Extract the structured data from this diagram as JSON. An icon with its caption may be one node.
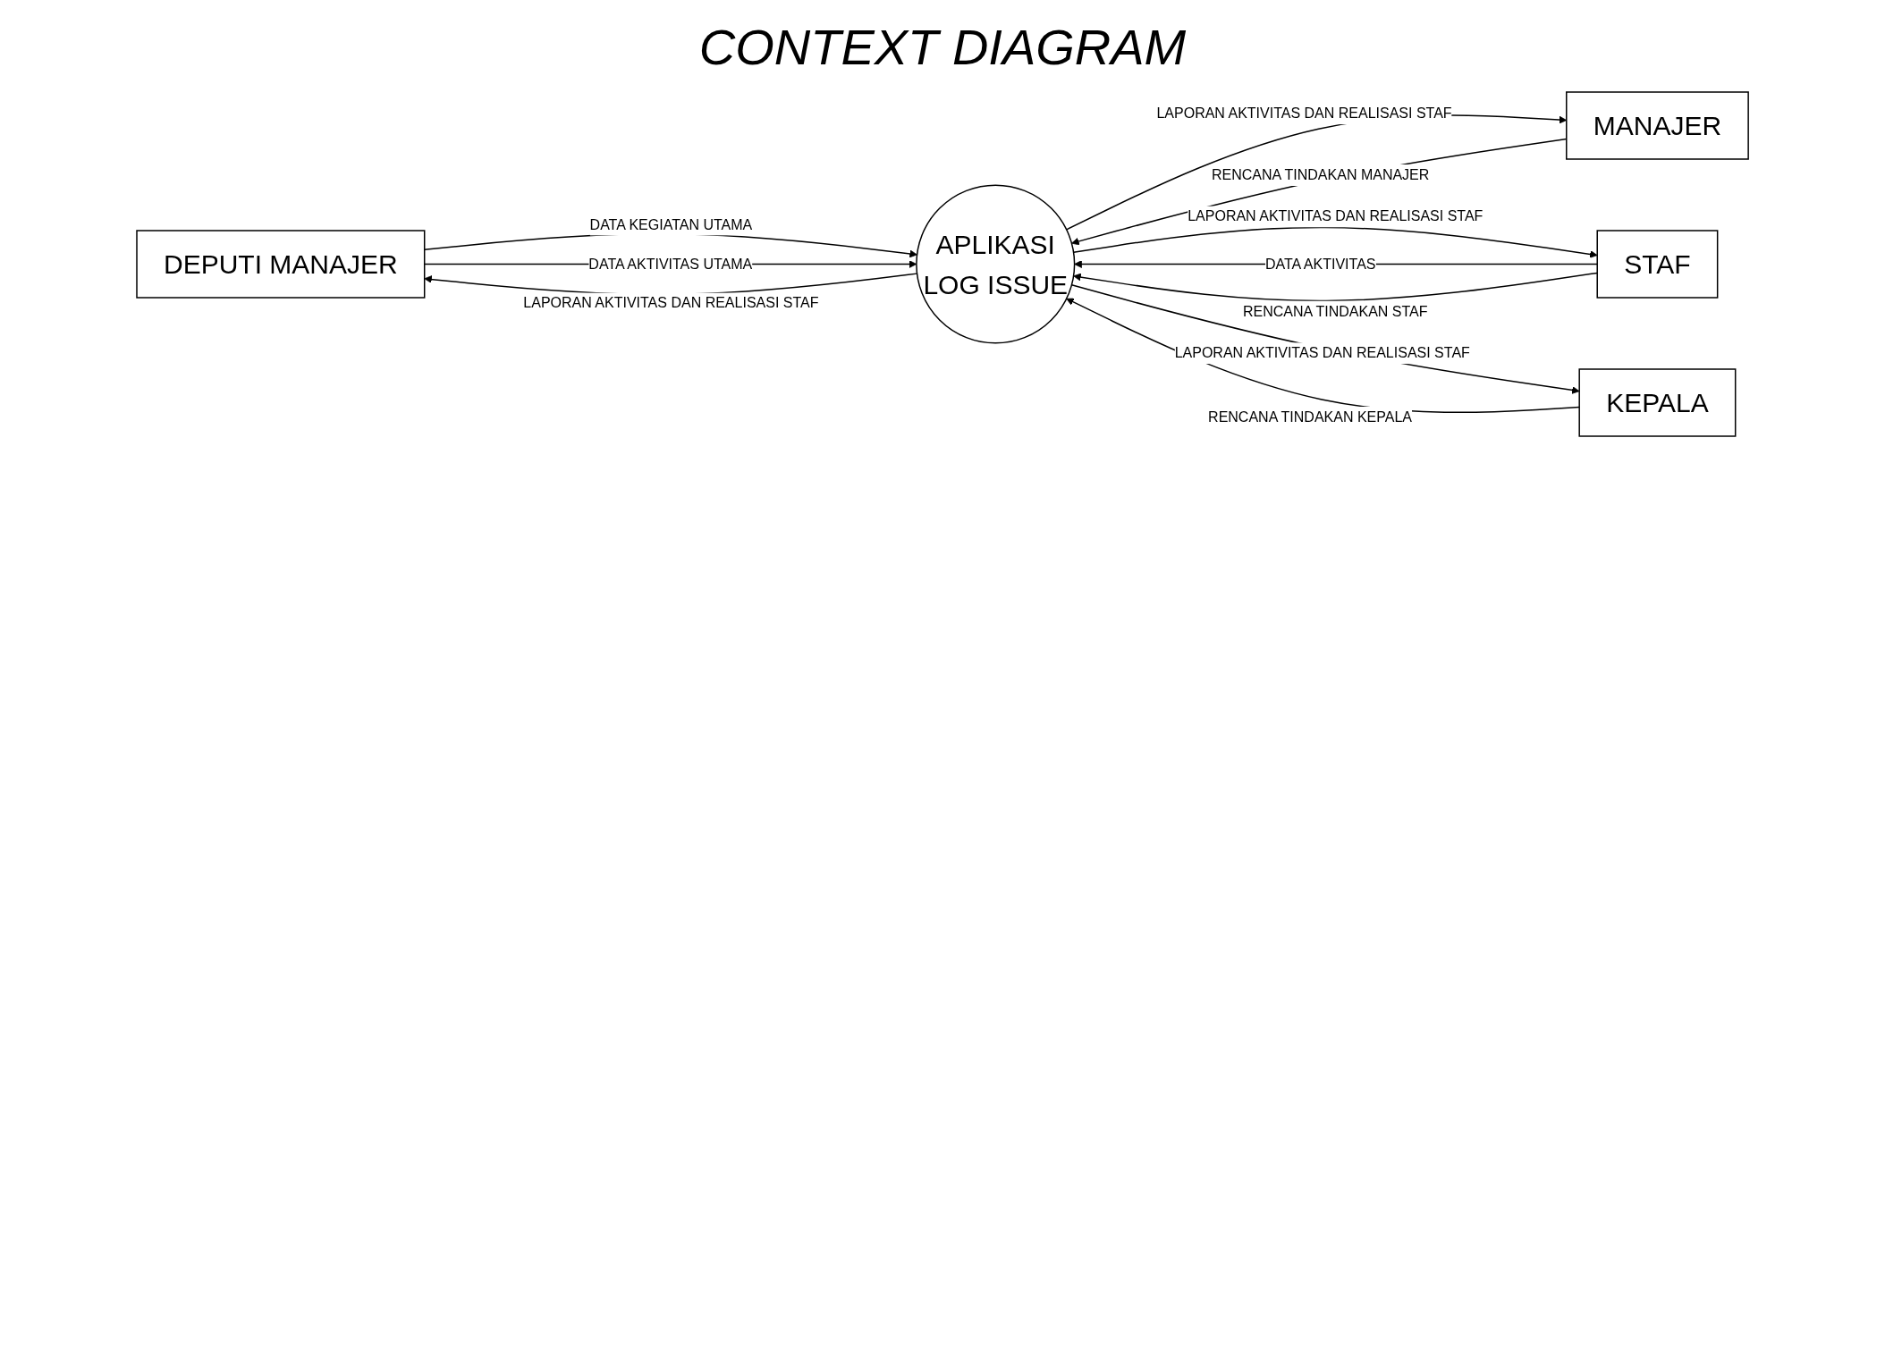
{
  "diagram": {
    "title": "CONTEXT DIAGRAM",
    "nodes": [
      {
        "text": [
          "DEPUTI MANAJER"
        ]
      },
      {
        "text": [
          "MANAJER"
        ]
      },
      {
        "text": [
          "APLIKASI",
          "LOG ISSUE"
        ]
      },
      {
        "text": [
          "STAF"
        ]
      },
      {
        "text": [
          "KEPALA"
        ]
      }
    ],
    "edges": [
      {
        "from": 0,
        "to": 2,
        "arrow": "to",
        "label": "DATA KEGIATAN UTAMA"
      },
      {
        "from": 0,
        "to": 2,
        "arrow": "to",
        "label": "DATA AKTIVITAS UTAMA"
      },
      {
        "from": 1,
        "to": 2,
        "arrow": "to",
        "label": "RENCANA TINDAKAN MANAJER"
      },
      {
        "from": 2,
        "to": 0,
        "arrow": "to",
        "label": "LAPORAN AKTIVITAS DAN REALISASI STAF"
      },
      {
        "from": 2,
        "to": 1,
        "arrow": "to",
        "label": "LAPORAN AKTIVITAS DAN REALISASI STAF"
      },
      {
        "from": 2,
        "to": 3,
        "arrow": "to",
        "label": "LAPORAN AKTIVITAS DAN REALISASI STAF"
      },
      {
        "from": 2,
        "to": 4,
        "arrow": "to",
        "label": "LAPORAN AKTIVITAS DAN REALISASI STAF"
      },
      {
        "from": 3,
        "to": 2,
        "arrow": "to",
        "label": "DATA AKTIVITAS"
      },
      {
        "from": 3,
        "to": 2,
        "arrow": "to",
        "label": "RENCANA TINDAKAN STAF"
      },
      {
        "from": 4,
        "to": 2,
        "arrow": "to",
        "label": "RENCANA TINDAKAN KEPALA"
      }
    ]
  }
}
